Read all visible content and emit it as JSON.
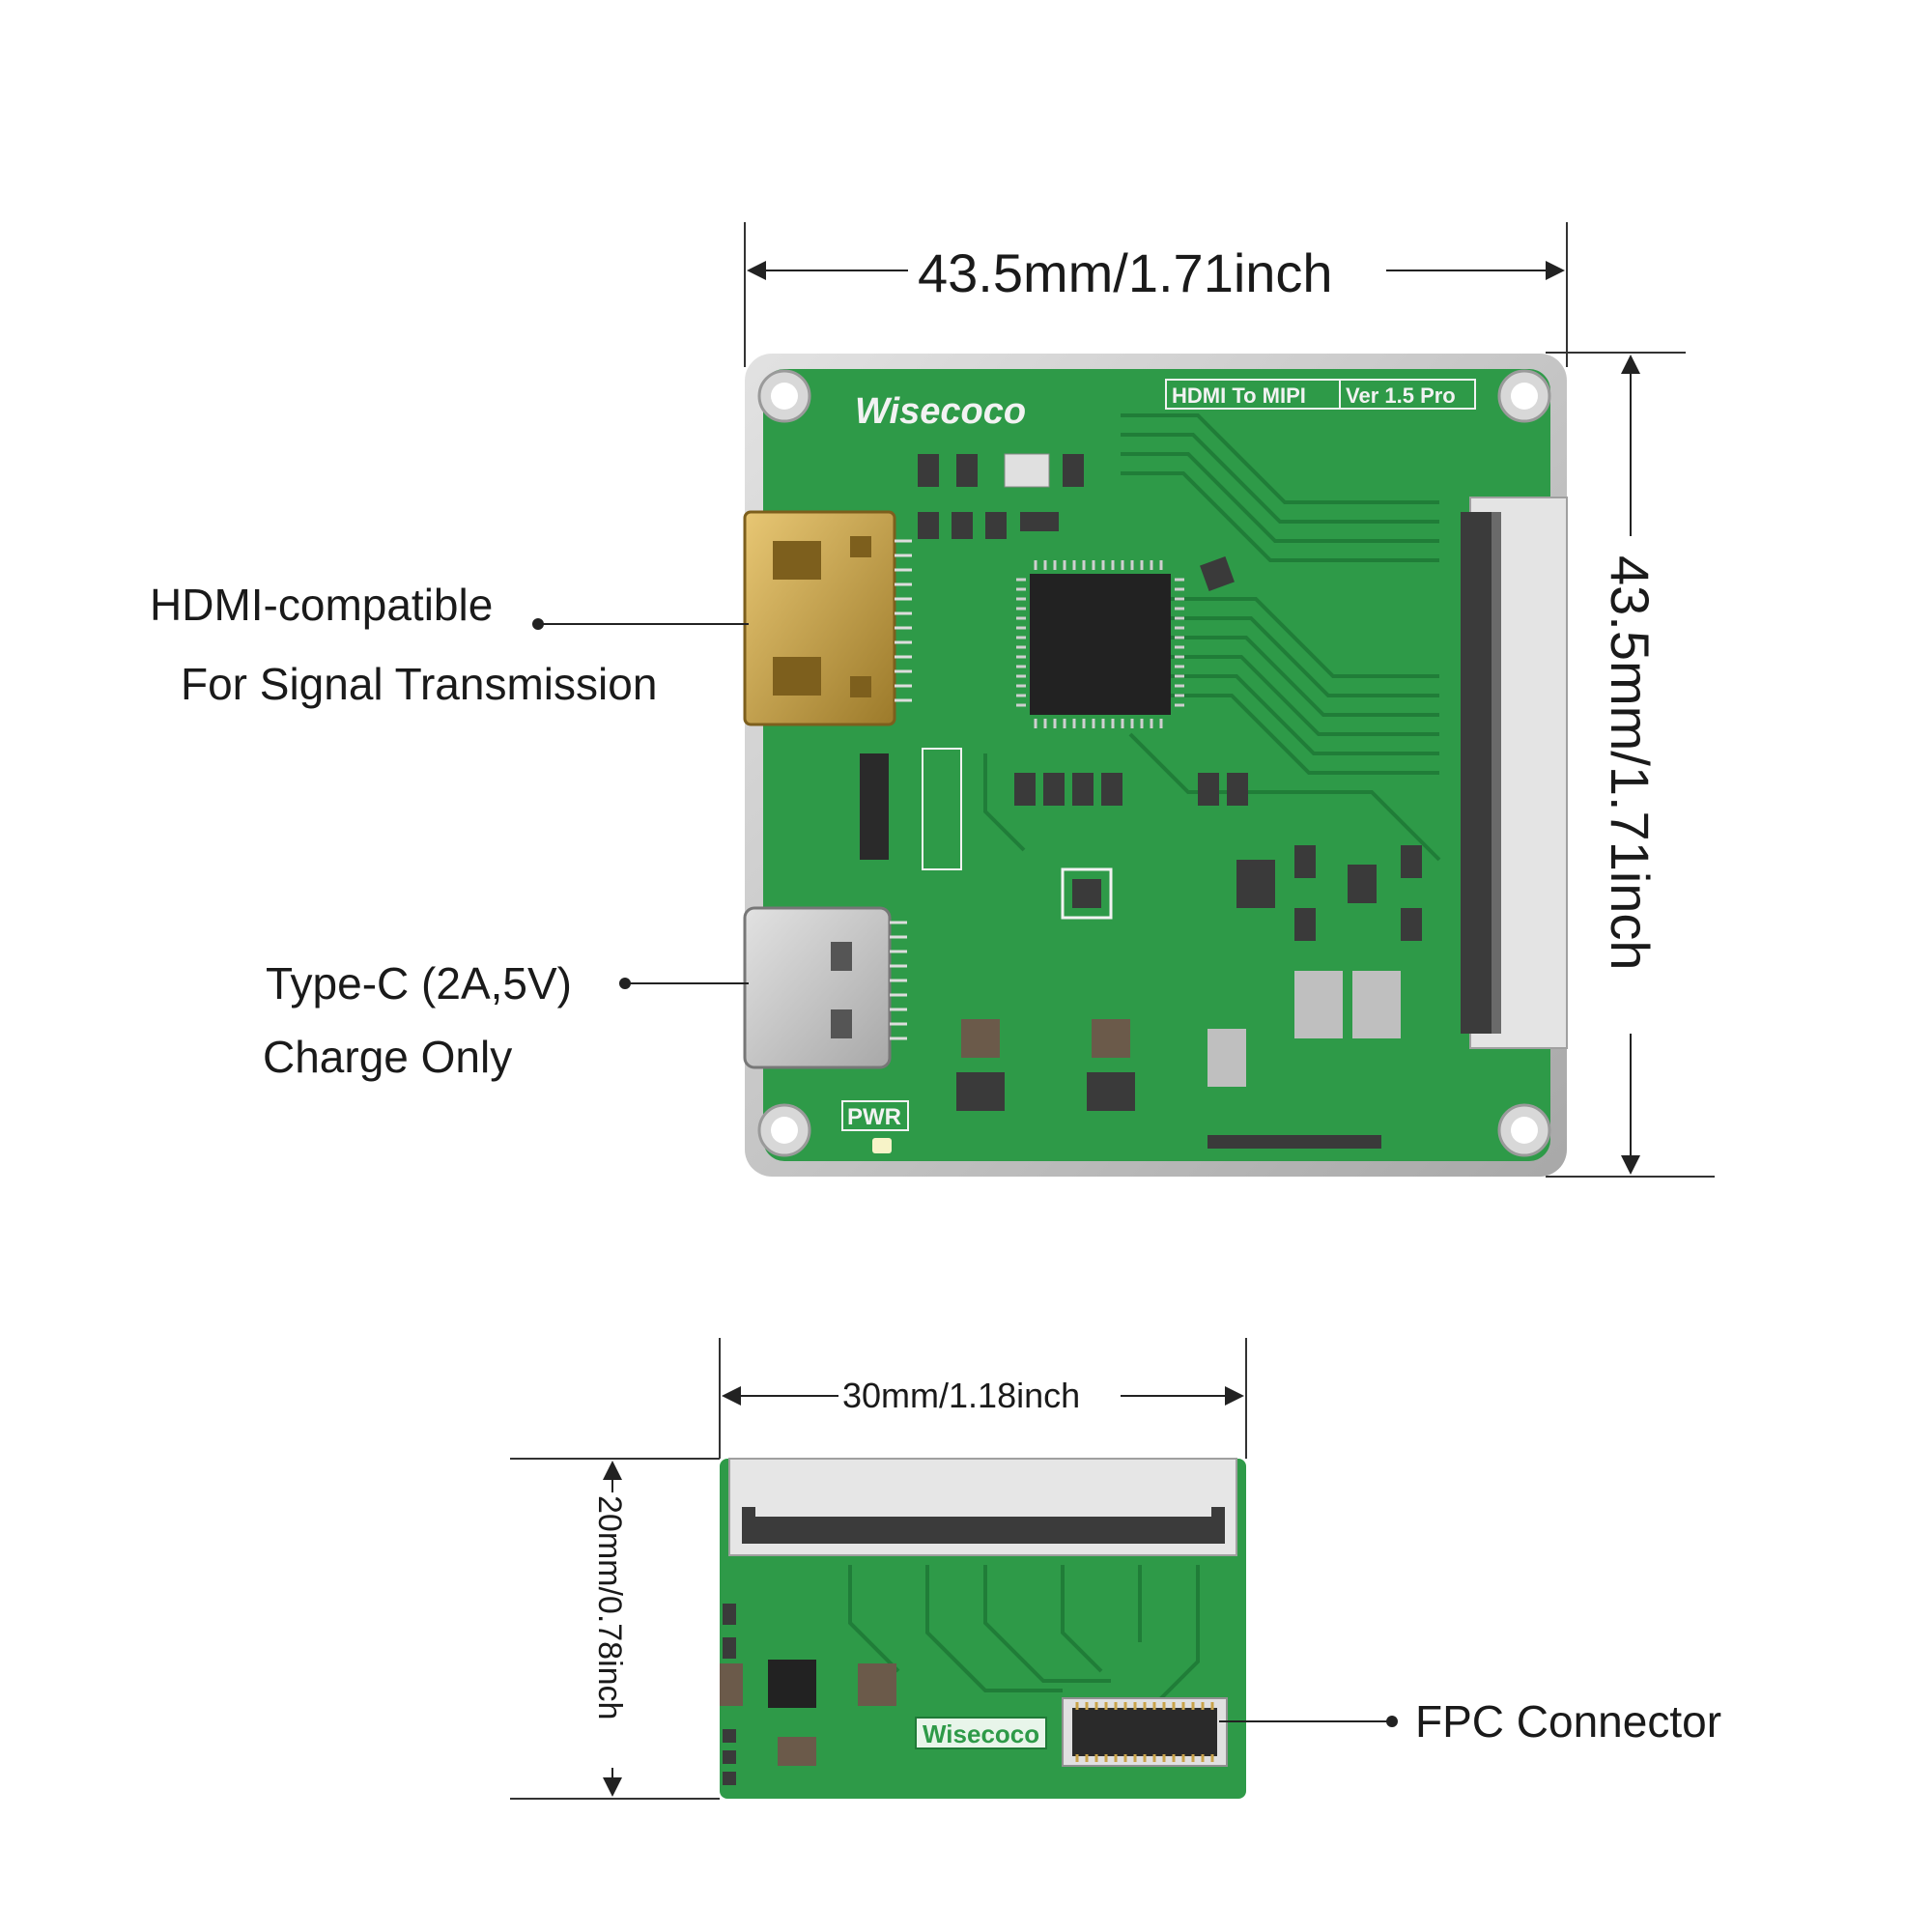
{
  "main_board": {
    "width_label": "43.5mm/1.71inch",
    "height_label": "43.5mm/1.71inch",
    "silkscreen_brand": "Wisecoco",
    "silkscreen_model": "HDMI To MIPI",
    "silkscreen_version": "Ver 1.5 Pro",
    "silkscreen_pwr": "PWR"
  },
  "callouts": {
    "hdmi_line1": "HDMI-compatible",
    "hdmi_line2": "For Signal Transmission",
    "typec_line1": "Type-C (2A,5V)",
    "typec_line2": "Charge Only",
    "fpc": "FPC Connector"
  },
  "adapter_board": {
    "width_label": "30mm/1.18inch",
    "height_label": "20mm/0.78inch",
    "silkscreen_brand": "Wisecoco"
  },
  "colors": {
    "pcb_green": "#2e9a48",
    "pcb_dark": "#1f7a37",
    "gold": "#c9a34a",
    "metal": "#c8c8c8",
    "chip": "#222222"
  }
}
